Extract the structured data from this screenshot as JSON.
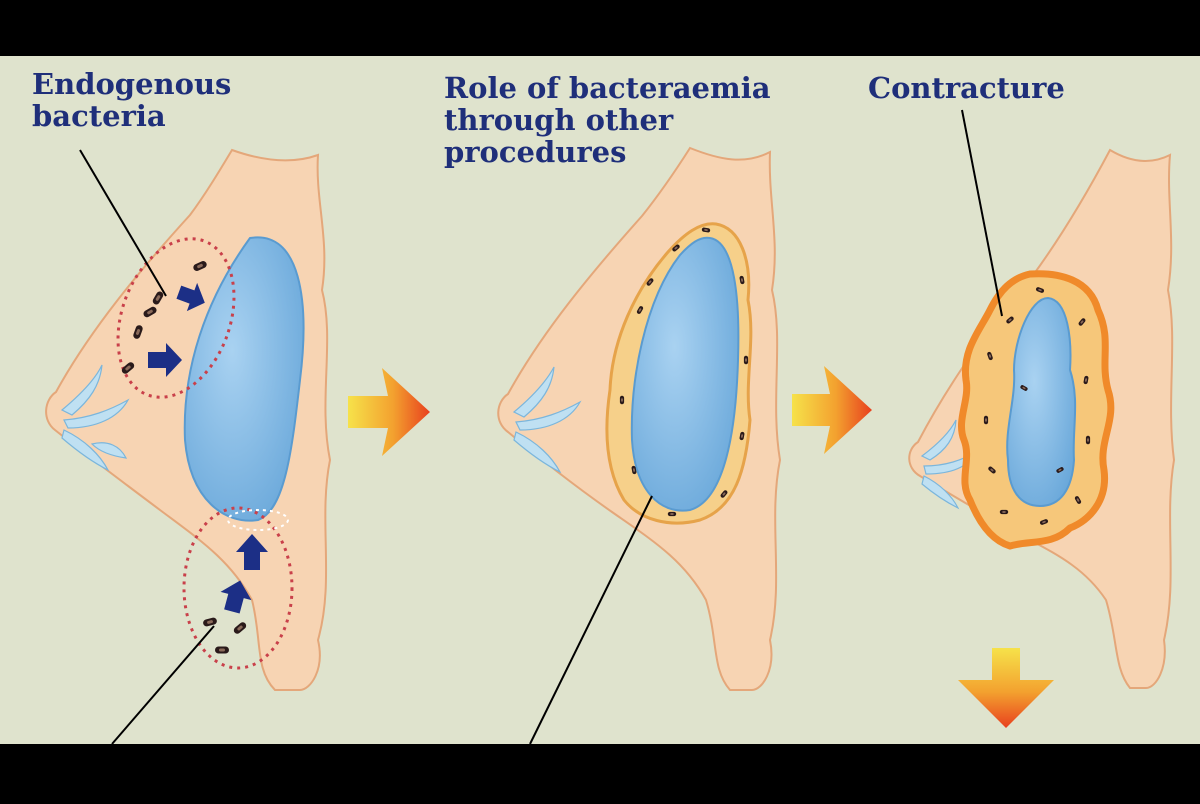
{
  "labels": {
    "endogenous": [
      "Endogenous",
      "bacteria"
    ],
    "bacteraemia": [
      "Role of bacteraemia",
      "through other",
      "procedures"
    ],
    "contracture": "Contracture"
  },
  "colors": {
    "background": "#dfe3cd",
    "letterbox": "#000000",
    "skin": "#f7d4b3",
    "skin_outline": "#e4a77a",
    "implant": "#8fc1e8",
    "implant_edge": "#5a9bd0",
    "capsule": "#f3c06a",
    "capsule_thick": "#f08a2a",
    "bacteria": "#2a1a1a",
    "arrow_blue": "#1c2f86",
    "label_text": "#1f2f7a",
    "dotted_circle": "#c9404a",
    "progress_arrow_start": "#f6e24a",
    "progress_arrow_end": "#e8401e"
  },
  "icons": [
    "progress-arrow-right",
    "progress-arrow-right",
    "progress-arrow-down",
    "bacteria-entry-arrow"
  ]
}
